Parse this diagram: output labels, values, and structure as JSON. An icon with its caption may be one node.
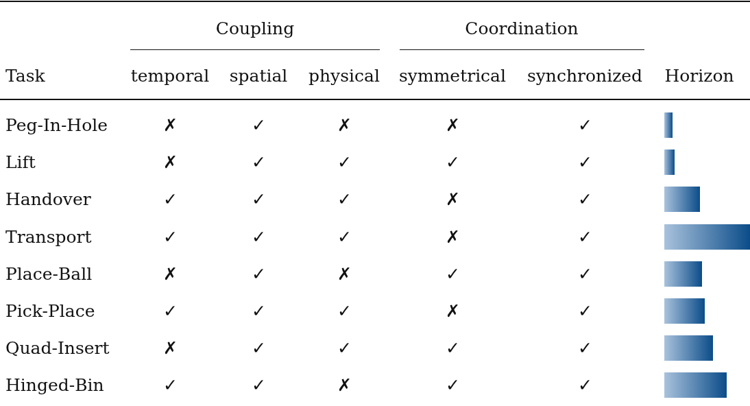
{
  "diagram": {
    "nodes": [
      {
        "text": [],
        "shape": "bar"
      },
      {
        "text": [],
        "shape": "bar"
      },
      {
        "text": [],
        "shape": "bar"
      },
      {
        "text": [],
        "shape": "bar"
      },
      {
        "text": [],
        "shape": "bar"
      },
      {
        "text": [],
        "shape": "bar"
      },
      {
        "text": [],
        "shape": "bar"
      },
      {
        "text": [],
        "shape": "bar"
      }
    ],
    "labels": [
      "Coupling",
      "Coordination",
      "Task",
      "temporal",
      "spatial",
      "physical",
      "symmetrical",
      "synchronized",
      "Horizon",
      "Peg-In-Hole",
      "✗",
      "✓",
      "✗",
      "✗",
      "✓",
      "Lift",
      "✗",
      "✓",
      "✓",
      "✓",
      "✓",
      "Handover",
      "✓",
      "✓",
      "✓",
      "✗",
      "✓",
      "Transport",
      "✓",
      "✓",
      "✓",
      "✗",
      "✓",
      "Place-Ball",
      "✗",
      "✓",
      "✗",
      "✓",
      "✓",
      "Pick-Place",
      "✓",
      "✓",
      "✓",
      "✗",
      "✓",
      "Quad-Insert",
      "✗",
      "✓",
      "✓",
      "✓",
      "✓",
      "Hinged-Bin",
      "✓",
      "✓",
      "✗",
      "✓",
      "✓"
    ]
  }
}
